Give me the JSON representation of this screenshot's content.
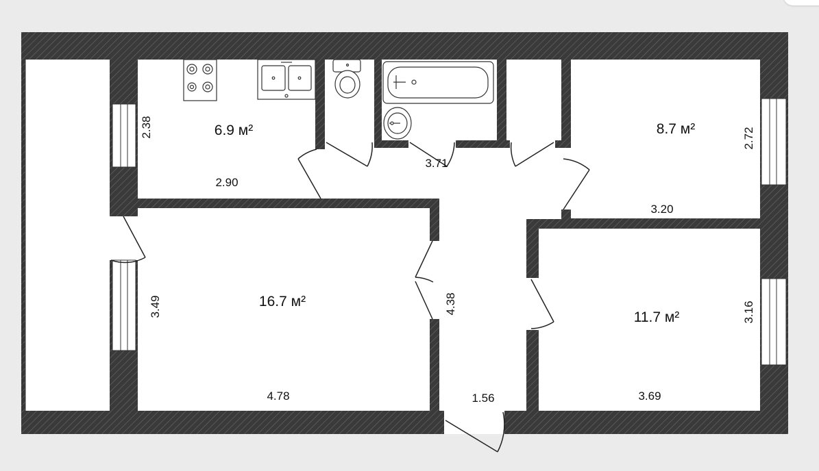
{
  "rooms": {
    "kitchen": {
      "area": "6.9 м²",
      "width": "2.90",
      "height": "2.38"
    },
    "bedroom_top_right": {
      "area": "8.7 м²",
      "width": "3.20",
      "height": "2.72"
    },
    "living_room": {
      "area": "16.7 м²",
      "width": "4.78",
      "height": "3.49"
    },
    "bedroom_bottom_right": {
      "area": "11.7 м²",
      "width": "3.69",
      "height": "3.16"
    },
    "corridor": {
      "length": "4.38",
      "width": "1.56"
    },
    "bathroom": {
      "width": "3.71"
    }
  },
  "colors": {
    "background": "#ebebeb",
    "wall": "#3a3a3a",
    "wall_hatch": "#6a6a6a",
    "floor": "#ffffff",
    "line": "#222222"
  },
  "icons": [
    "stove-icon",
    "sink-icon",
    "toilet-icon",
    "bathtub-icon",
    "washbasin-icon"
  ]
}
